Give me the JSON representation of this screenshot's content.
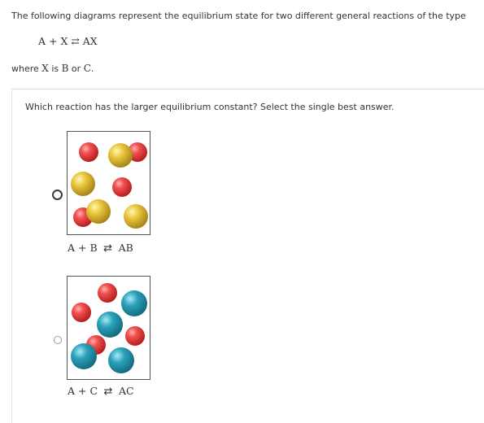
{
  "intro": {
    "text": "The following diagrams represent the equilibrium state for two different general reactions of the type",
    "general_equation": "A + X ⇄ AX",
    "where_prefix": "where ",
    "where_var": "X",
    "where_mid": " is ",
    "where_b": "B",
    "where_or": " or ",
    "where_c": "C",
    "where_end": "."
  },
  "question": "Which reaction has the larger equilibrium constant? Select the single best answer.",
  "options": [
    {
      "selected": true,
      "caption_left": "A + B",
      "arrow": "⇄",
      "caption_right": "AB",
      "colors": {
        "A": "#e53b3b",
        "B": "#e0b82a"
      }
    },
    {
      "selected": false,
      "caption_left": "A + C",
      "arrow": "⇄",
      "caption_right": "AC",
      "colors": {
        "A": "#e53b3b",
        "C": "#1f95ad"
      }
    }
  ]
}
